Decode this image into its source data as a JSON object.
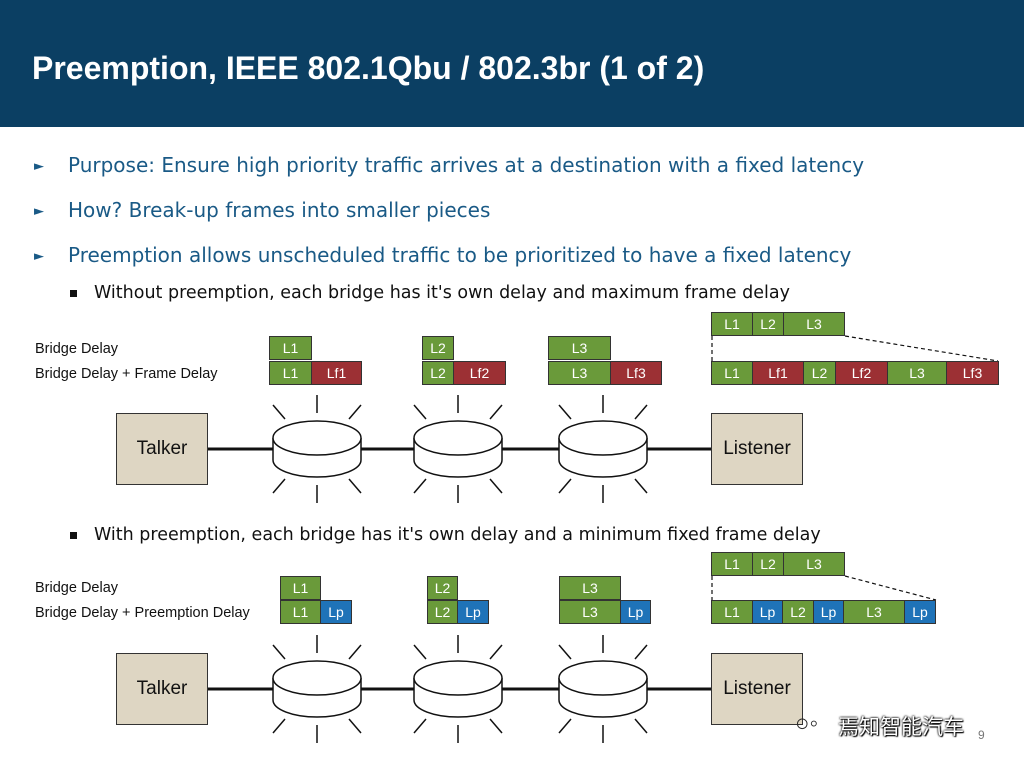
{
  "title": "Preemption, IEEE 802.1Qbu / 802.3br (1 of 2)",
  "bullets": [
    "Purpose:    Ensure high priority traffic arrives at a destination with a fixed latency",
    "How?  Break-up frames into smaller pieces",
    "Preemption allows unscheduled traffic to be prioritized to have a fixed latency"
  ],
  "sub_bullets": [
    "Without preemption, each bridge has it's own delay and maximum frame delay",
    "With preemption, each bridge has it's own delay and a minimum fixed frame delay"
  ],
  "diagram_without": {
    "label_row1": "Bridge Delay",
    "label_row2": "Bridge Delay + Frame Delay",
    "bridge1": {
      "top": "L1",
      "bottom_a": "L1",
      "bottom_b": "Lf1"
    },
    "bridge2": {
      "top": "L2",
      "bottom_a": "L2",
      "bottom_b": "Lf2"
    },
    "bridge3": {
      "top": "L3",
      "bottom_a": "L3",
      "bottom_b": "Lf3"
    },
    "summary_top": [
      "L1",
      "L2",
      "L3"
    ],
    "summary_bottom": [
      "L1",
      "Lf1",
      "L2",
      "Lf2",
      "L3",
      "Lf3"
    ],
    "talker": "Talker",
    "listener": "Listener"
  },
  "diagram_with": {
    "label_row1": "Bridge Delay",
    "label_row2": "Bridge Delay + Preemption Delay",
    "bridge1": {
      "top": "L1",
      "bottom_a": "L1",
      "bottom_b": "Lp"
    },
    "bridge2": {
      "top": "L2",
      "bottom_a": "L2",
      "bottom_b": "Lp"
    },
    "bridge3": {
      "top": "L3",
      "bottom_a": "L3",
      "bottom_b": "Lp"
    },
    "summary_top": [
      "L1",
      "L2",
      "L3"
    ],
    "summary_bottom": [
      "L1",
      "Lp",
      "L2",
      "Lp",
      "L3",
      "Lp"
    ],
    "talker": "Talker",
    "listener": "Listener"
  },
  "watermark": {
    "icon": "wechat-icon",
    "text": "焉知智能汽车"
  },
  "page_number": "9",
  "colors": {
    "header": "#0b3f63",
    "bridge_delay": "#6a9a3a",
    "frame_delay": "#9c3034",
    "preemption_delay": "#1f73b8",
    "endpoint": "#ded6c3"
  }
}
